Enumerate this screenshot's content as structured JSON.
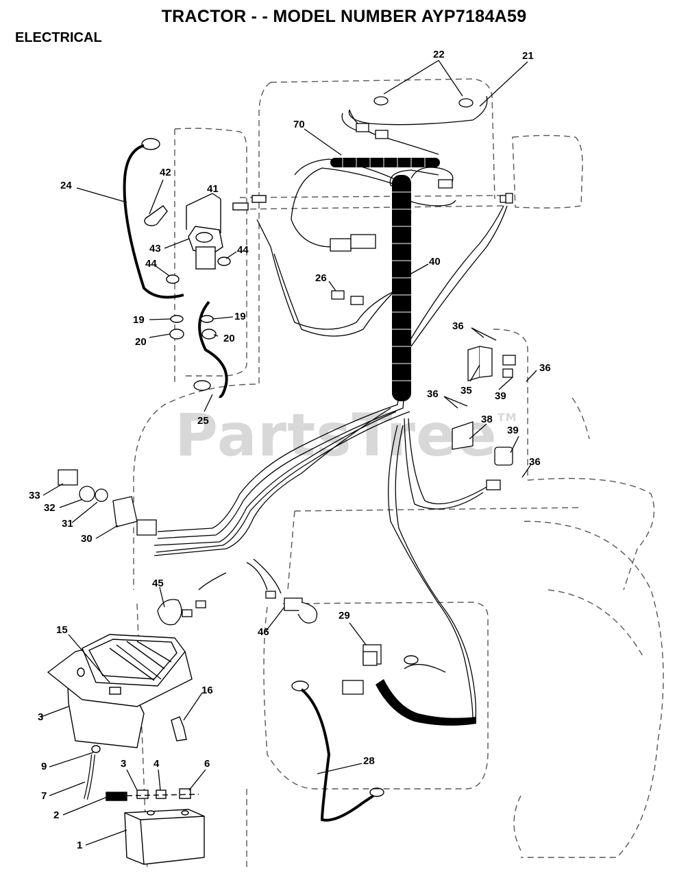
{
  "header": {
    "title": "TRACTOR - - MODEL NUMBER AYP7184A59",
    "subtitle": "ELECTRICAL"
  },
  "watermark": {
    "text": "PartsTree",
    "mark": "TM"
  },
  "callouts": [
    "22",
    "21",
    "70",
    "24",
    "42",
    "41",
    "43",
    "44",
    "44",
    "40",
    "26",
    "19",
    "19",
    "20",
    "20",
    "36",
    "36",
    "35",
    "39",
    "25",
    "36",
    "38",
    "39",
    "36",
    "33",
    "32",
    "31",
    "30",
    "45",
    "46",
    "29",
    "15",
    "16",
    "3",
    "9",
    "3",
    "4",
    "6",
    "7",
    "2",
    "28",
    "1"
  ],
  "colors": {
    "ink": "#000000",
    "outline": "#444444",
    "watermark": "#d8d8d8"
  }
}
